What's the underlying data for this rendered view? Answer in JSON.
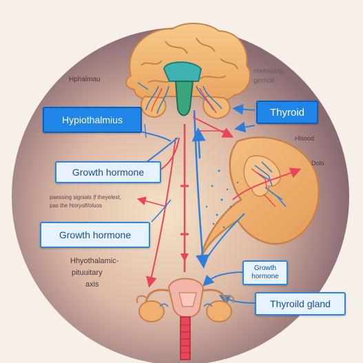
{
  "labels": {
    "top_left": "Hphalmau",
    "top_right_1": "reseasing",
    "top_right_2": "gernoil",
    "box_hypothalmius": "Hypiothalmius",
    "box_thyroid": "Thyroid",
    "hlood": "Hlsood",
    "dolo": "Dolo",
    "box_growth_1": "Growth hormone",
    "passing_1": "paessing signials  |f theyelest,",
    "passing_2": "pas the htoryolf/oluos",
    "box_growth_2": "Growth hormone",
    "axis_1": "Hhyothalamic-",
    "axis_2": "pituuitary",
    "axis_3": "axis",
    "box_growth_small_1": "Growth",
    "box_growth_small_2": "hormone",
    "box_thyroid_gland": "Thyroild gland"
  },
  "colors": {
    "brain": "#f0b774",
    "brain_outline": "#c8814a",
    "kidney": "#f0b070",
    "red_arrow": "#e8455a",
    "blue_arrow": "#2d7fd8",
    "circle_outer": "#8a6b72",
    "circle_inner": "#f4dcc4",
    "box_blue": "#1f86e8"
  }
}
